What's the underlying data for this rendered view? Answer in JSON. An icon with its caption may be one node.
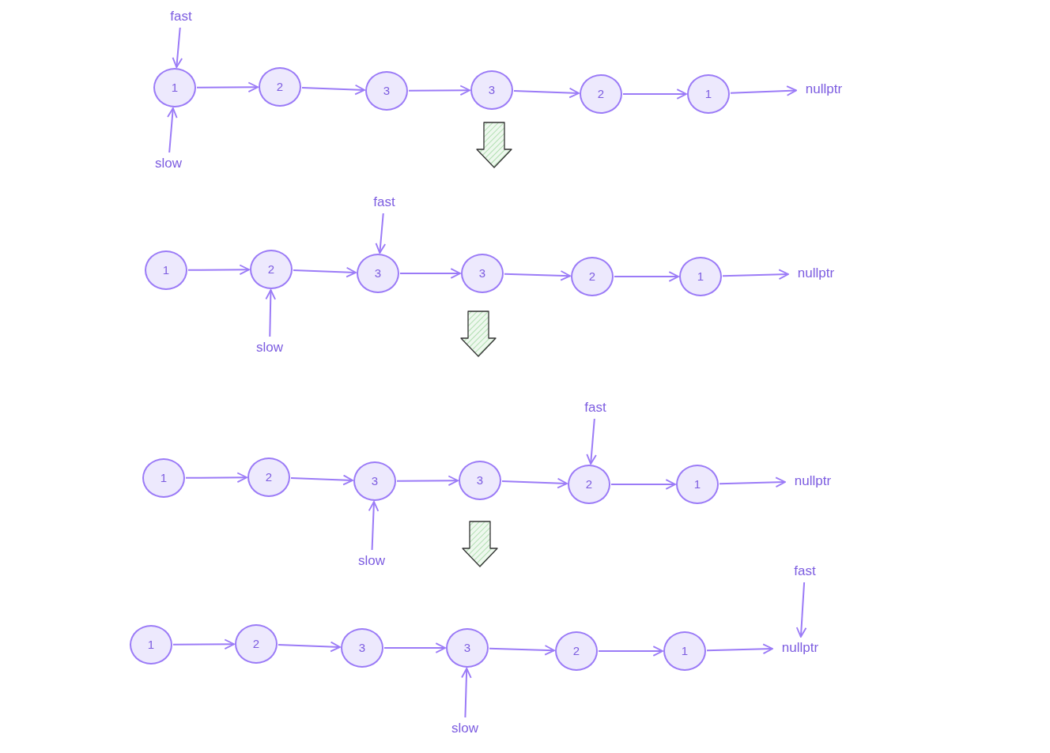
{
  "diagram": {
    "nodes": [
      {
        "text": [
          "1"
        ]
      },
      {
        "text": [
          "2"
        ]
      },
      {
        "text": [
          "3"
        ]
      },
      {
        "text": [
          "3"
        ]
      },
      {
        "text": [
          "2"
        ]
      },
      {
        "text": [
          "1"
        ]
      },
      {
        "text": [
          "nullptr"
        ]
      },
      {
        "text": [
          "fast"
        ]
      },
      {
        "text": [
          "slow"
        ]
      },
      {
        "text": [
          "1"
        ]
      },
      {
        "text": [
          "2"
        ]
      },
      {
        "text": [
          "3"
        ]
      },
      {
        "text": [
          "3"
        ]
      },
      {
        "text": [
          "2"
        ]
      },
      {
        "text": [
          "1"
        ]
      },
      {
        "text": [
          "nullptr"
        ]
      },
      {
        "text": [
          "fast"
        ]
      },
      {
        "text": [
          "slow"
        ]
      },
      {
        "text": [
          "1"
        ]
      },
      {
        "text": [
          "2"
        ]
      },
      {
        "text": [
          "3"
        ]
      },
      {
        "text": [
          "3"
        ]
      },
      {
        "text": [
          "2"
        ]
      },
      {
        "text": [
          "1"
        ]
      },
      {
        "text": [
          "nullptr"
        ]
      },
      {
        "text": [
          "fast"
        ]
      },
      {
        "text": [
          "slow"
        ]
      },
      {
        "text": [
          "1"
        ]
      },
      {
        "text": [
          "2"
        ]
      },
      {
        "text": [
          "3"
        ]
      },
      {
        "text": [
          "3"
        ]
      },
      {
        "text": [
          "2"
        ]
      },
      {
        "text": [
          "1"
        ]
      },
      {
        "text": [
          "nullptr"
        ]
      },
      {
        "text": [
          "fast"
        ]
      },
      {
        "text": [
          "slow"
        ]
      }
    ],
    "edges": [
      {
        "from": 0,
        "to": 1,
        "arrow": "to"
      },
      {
        "from": 1,
        "to": 2,
        "arrow": "to"
      },
      {
        "from": 2,
        "to": 3,
        "arrow": "to"
      },
      {
        "from": 3,
        "to": 4,
        "arrow": "to"
      },
      {
        "from": 4,
        "to": 5,
        "arrow": "to"
      },
      {
        "from": 5,
        "to": 6,
        "arrow": "to"
      },
      {
        "from": 7,
        "to": 0,
        "arrow": "to"
      },
      {
        "from": 8,
        "to": 0,
        "arrow": "to"
      },
      {
        "from": 9,
        "to": 10,
        "arrow": "to"
      },
      {
        "from": 10,
        "to": 11,
        "arrow": "to"
      },
      {
        "from": 11,
        "to": 12,
        "arrow": "to"
      },
      {
        "from": 12,
        "to": 13,
        "arrow": "to"
      },
      {
        "from": 13,
        "to": 14,
        "arrow": "to"
      },
      {
        "from": 14,
        "to": 15,
        "arrow": "to"
      },
      {
        "from": 16,
        "to": 11,
        "arrow": "to"
      },
      {
        "from": 17,
        "to": 10,
        "arrow": "to"
      },
      {
        "from": 18,
        "to": 19,
        "arrow": "to"
      },
      {
        "from": 19,
        "to": 20,
        "arrow": "to"
      },
      {
        "from": 20,
        "to": 21,
        "arrow": "to"
      },
      {
        "from": 21,
        "to": 22,
        "arrow": "to"
      },
      {
        "from": 22,
        "to": 23,
        "arrow": "to"
      },
      {
        "from": 23,
        "to": 24,
        "arrow": "to"
      },
      {
        "from": 25,
        "to": 22,
        "arrow": "to"
      },
      {
        "from": 26,
        "to": 20,
        "arrow": "to"
      },
      {
        "from": 27,
        "to": 28,
        "arrow": "to"
      },
      {
        "from": 28,
        "to": 29,
        "arrow": "to"
      },
      {
        "from": 29,
        "to": 30,
        "arrow": "to"
      },
      {
        "from": 30,
        "to": 31,
        "arrow": "to"
      },
      {
        "from": 31,
        "to": 32,
        "arrow": "to"
      },
      {
        "from": 32,
        "to": 33,
        "arrow": "to"
      },
      {
        "from": 34,
        "to": 33,
        "arrow": "to"
      },
      {
        "from": 35,
        "to": 30,
        "arrow": "to"
      }
    ]
  }
}
